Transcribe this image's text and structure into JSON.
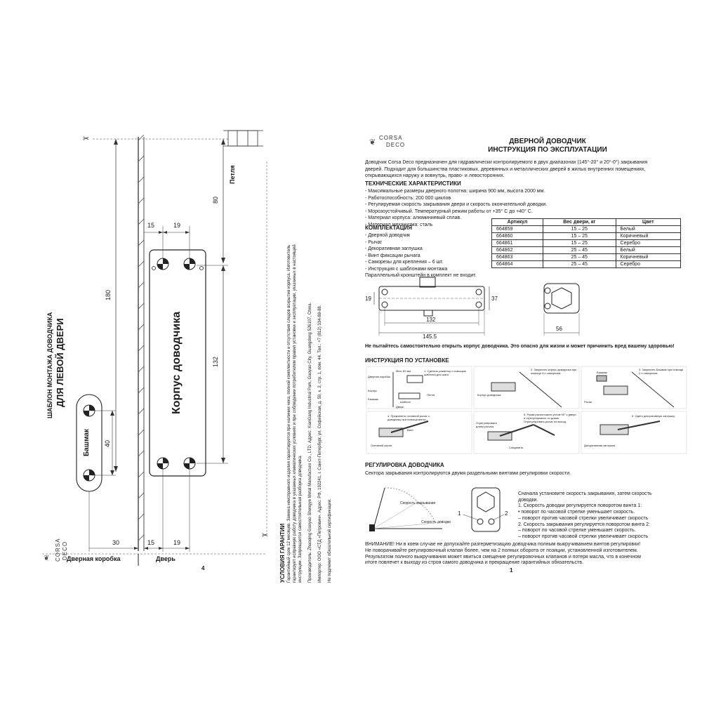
{
  "left_page": {
    "template_title_1": "ШАБЛОН МОНТАЖА ДОВОДЧИКА",
    "template_title_2": "ДЛЯ ЛЕВОЙ ДВЕРИ",
    "logo_corsa": "CORSA",
    "logo_deco": "DECO",
    "label_body": "Корпус доводчика",
    "label_shoe": "Башмак",
    "label_hinge": "Петля",
    "label_frame": "Дверная коробка",
    "label_door": "Дверь",
    "dims": {
      "d180": "180",
      "d80": "80",
      "d132": "132",
      "d40": "40",
      "d15_top": "15",
      "d19_top": "19",
      "d15_bottom": "15",
      "d19_bottom": "19",
      "d30": "30"
    },
    "page_number": "4",
    "warranty": {
      "title": "УСЛОВИЯ ГАРАНТИИ",
      "lines": [
        "Гарантийный срок 12 месяцев. Замена неисправного изделия гарантируется при наличии чека, полной комплектности и отсутствия следов вскрытия корпуса. Изготовитель",
        "гарантирует исправную работу доводчика в указанных климатических условиях и при соблюдении потребителем правил установки и эксплуатации, указанных в настоящей",
        "инструкции. Запрещается самостоятельная разборка доводчика.",
        "",
        "Производитель: Zhaoqing Gaoyao Shengye Metal Manufacture Co., LTD. Адрес: XianGang Industrial Park, Gaoyao City, Guangdong 526107, China.",
        "",
        "Импортер: ООО «СТД «Петрович». Адрес: РФ, 192241, г. Санкт-Петербург, ул. Софийская, д. 59, к. 2, стр. 1, пом. 44. Тел.: +7 (812) 334-88-88.",
        "",
        "Не подлежит обязательной сертификации."
      ]
    }
  },
  "right_page": {
    "logo_corsa": "CORSA",
    "logo_deco": "DECO",
    "title_1": "ДВЕРНОЙ ДОВОДЧИК",
    "title_2": "ИНСТРУКЦИЯ ПО ЭКСПЛУАТАЦИИ",
    "intro_1": "Доводчик Corsa Deco предназначен для гидравлически контролируемого в двух диапазонах (145°-20° и 20°-0°) закрывания",
    "intro_2": "дверей. Подходит для большинства пластиковых, деревянных и металлических дверей в жилых внутренних помещениях,",
    "intro_3": "открывающихся наружу и вовнутрь, право- и левосторонних.",
    "specs_title": "ТЕХНИЧЕСКИЕ ХАРАКТЕРИСТИКИ",
    "specs": [
      "- Максимальные размеры дверного полотна: ширина 900 мм, высота 2000 мм.",
      "- Работоспособность: 200 000 циклов",
      "- Регулируемая скорость закрывания двери и скорость окончательной доводки.",
      "- Морозоустойчивый. Температурный режим работы от +35° С до +40° С.",
      "- Материал корпуса: алюминиевый сплав.",
      "- Материал механизма: сталь"
    ],
    "kit_title": "КОМПЛЕКТАЦИЯ",
    "kit": [
      "- Дверной доводчик",
      "- Рычаг",
      "- Декоративная заглушка",
      "- Винт фиксации рычага",
      "- Саморезы для крепления – 6 шт.",
      "- Инструкция с шаблонами монтажа",
      "Параллельный кронштейн в комплект не входит."
    ],
    "table": {
      "headers": [
        "Артикул",
        "Вес двери, кг",
        "Цвет"
      ],
      "rows": [
        [
          "664859",
          "15 – 25",
          "Белый"
        ],
        [
          "664860",
          "15 – 25",
          "Коричневый"
        ],
        [
          "664861",
          "15 – 25",
          "Серебро"
        ],
        [
          "664862",
          "25 – 45",
          "Белый"
        ],
        [
          "664863",
          "25 – 45",
          "Коричневый"
        ],
        [
          "664864",
          "25 – 45",
          "Серебро"
        ]
      ]
    },
    "drawing_dims": {
      "h19": "19",
      "h37": "37",
      "w132": "132",
      "w1455": "145.5",
      "w56": "56"
    },
    "warning_open": "Не пытайтесь самостоятельно открыть корпус доводчика. Это опасно для жизни и может причинить вред вашему здоровью!",
    "install_title": "ИНСТРУКЦИЯ ПО УСТАНОВКЕ",
    "install_labels": {
      "door_frame": "Дверная коробка",
      "min_82": "Мин. 82 мм",
      "closer_body": "Корпус",
      "shoe": "Башмак",
      "template": "Шаблон",
      "hinge": "Петля",
      "door": "Дверь",
      "closer_body_2": "Корпус доводчика",
      "shoe_2": "Башмак",
      "lever": "Рычаг",
      "screw": "Винт",
      "main_lever": "Основной рычаг",
      "adjust_lever": "Отрегулировать длину рычага",
      "connect": "Соединить",
      "decorative_cap": "Декоративная заглушка"
    },
    "install_steps": [
      "1. Сделать разметку с помощью шаблона для шага.",
      "2. Закрепить корпус доводчика при помощи 4-х саморезов.",
      "3. Закрепить Башмак при помощи 2-х саморезов.",
      "4. Прикрепить основной рычаг к доводчику при помощи винта.",
      "5. Рукав расположить углом 90° к двери и отрегулировать по длине. Отрегулировать рычаг на выход.",
      "6. Одеть декоративную заглушку."
    ],
    "regulation_title": "РЕГУЛИРОВКА ДОВОДЧИКА",
    "regulation_intro": "Сектора закрывания контролируются двумя раздельными винтами регулировки скорости.",
    "speed_closing": "Скорость закрывания",
    "speed_closer": "Скорость доводки",
    "screw_1": "1",
    "screw_2": "2",
    "reg_text": [
      "Сначала установите скорость закрывания, затем скорость",
      "доводки.",
      "1. Скорость доводки регулируется поворотом винта 1:",
      "• поворот по часовой стрелке уменьшает скорость.",
      "– поворот против часовой стрелки увеличивает скорость",
      "2. Скорость закрывания регулируется поворотом винта 2:",
      "– поворот по часовой стрелке уменьшает скорость.",
      "– поворот против часовой стрелки увеличивает скорость"
    ],
    "final_warning": [
      "ВНИМАНИЕ! Ни в коем случае не допускайте разгерметизацию доводчика полным выкручиванием винтов регулировки!",
      "Не поворачивайте регулировочный клапан более, чем на 2 полных оборота от позиции, установленной изготовителем.",
      "Результатом полного выкручивания может явиться смещение регулировочных клапанов и потеря масла, что в конечном",
      "итоге повлечет к выходу из строя самого доводчика и прекращение гарантийных обязательств."
    ],
    "page_number": "1"
  }
}
